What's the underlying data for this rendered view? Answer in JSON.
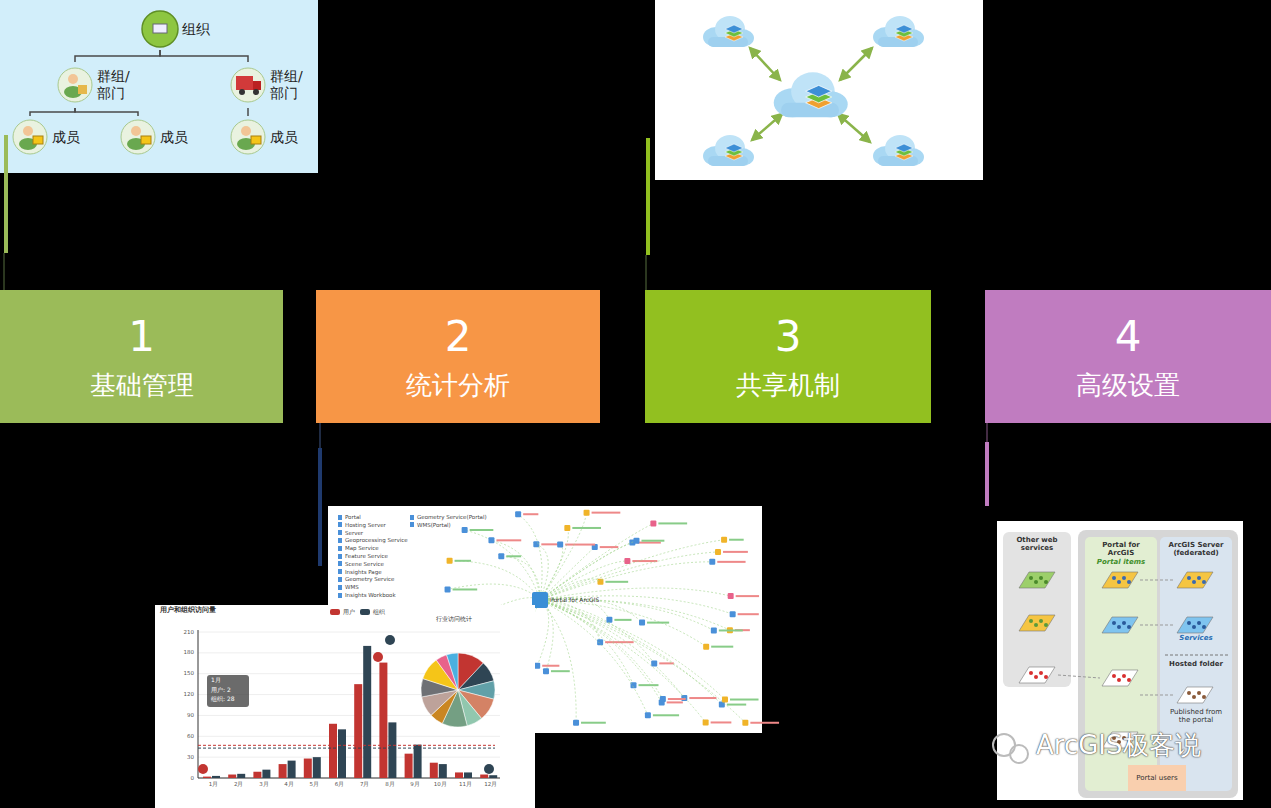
{
  "diagram": {
    "nodes": [
      {
        "text": [
          "组织"
        ]
      },
      {
        "text": [
          "群组/部门"
        ]
      },
      {
        "text": [
          "群组/部门"
        ]
      },
      {
        "text": [
          "成员"
        ]
      },
      {
        "text": [
          "成员"
        ]
      },
      {
        "text": [
          "成员"
        ]
      },
      {
        "text": [
          "1",
          "基础管理"
        ]
      },
      {
        "text": [
          "2",
          "统计分析"
        ]
      },
      {
        "text": [
          "3",
          "共享机制"
        ]
      },
      {
        "text": [
          "4",
          "高级设置"
        ]
      },
      {
        "text": [
          "Other web services"
        ]
      },
      {
        "text": [
          "Portal for ArcGIS",
          "Portal items"
        ]
      },
      {
        "text": [
          "ArcGIS Server (federated)",
          "Services"
        ]
      },
      {
        "text": [
          "Portal users"
        ]
      }
    ],
    "edges": [
      {
        "from": 0,
        "to": 1,
        "arrow": "none"
      },
      {
        "from": 0,
        "to": 2,
        "arrow": "none"
      },
      {
        "from": 1,
        "to": 3,
        "arrow": "none"
      },
      {
        "from": 1,
        "to": 4,
        "arrow": "none"
      },
      {
        "from": 2,
        "to": 5,
        "arrow": "none"
      }
    ],
    "labels": [
      "用户和组织访问量",
      "行业访问统计",
      "1月",
      "2月",
      "3月",
      "4月",
      "5月",
      "6月",
      "7月",
      "8月",
      "9月",
      "10月",
      "11月",
      "12月",
      "0",
      "30",
      "60",
      "90",
      "120",
      "150",
      "180",
      "210",
      "1月",
      "用户: 2",
      "组织: 28",
      "Portal for ArcGIS",
      "Hosted folder",
      "Published from the portal",
      "ArcGIS极客说"
    ],
    "legend": [
      {
        "text": "用户",
        "color": "#c23531"
      },
      {
        "text": "组织",
        "color": "#2f4554"
      },
      {
        "text": "Portal"
      },
      {
        "text": "Hosting Server"
      },
      {
        "text": "Server"
      },
      {
        "text": "Geoprocessing Service"
      },
      {
        "text": "Map Service"
      },
      {
        "text": "Feature Service"
      },
      {
        "text": "Scene Service"
      },
      {
        "text": "Insights Page"
      },
      {
        "text": "Geometry Service"
      },
      {
        "text": "WMS"
      },
      {
        "text": "Insights Workbook"
      },
      {
        "text": "Geometry Service(Portal)"
      },
      {
        "text": "WMS(Portal)"
      }
    ]
  }
}
